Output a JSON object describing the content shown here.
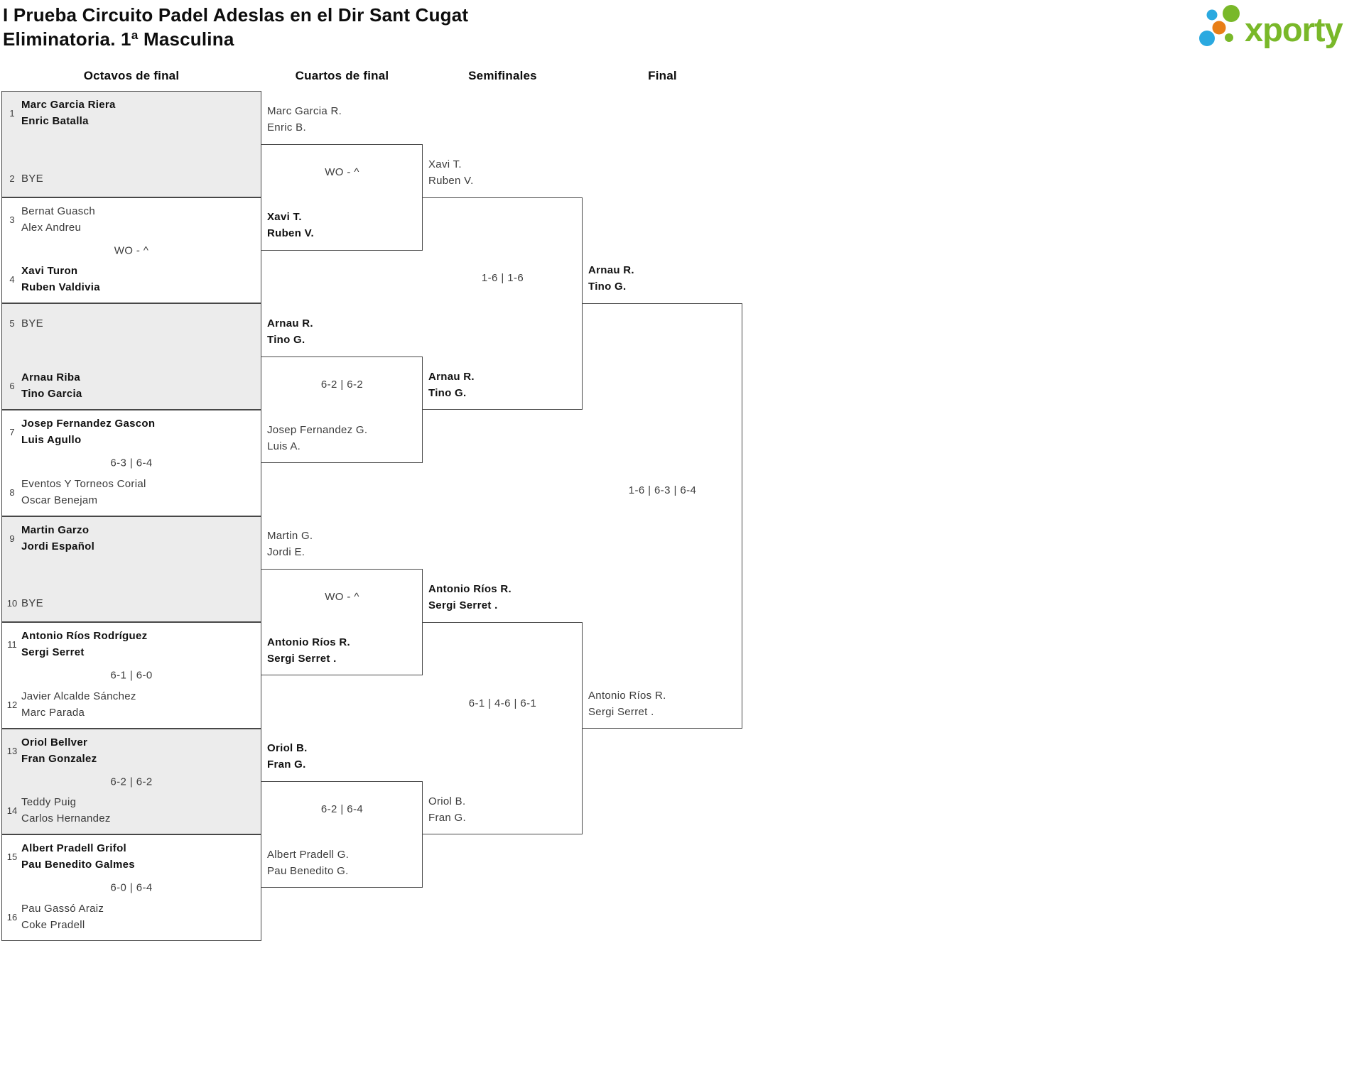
{
  "tournament": {
    "title": "I Prueba Circuito Padel Adeslas en el Dir Sant Cugat",
    "subtitle": "Eliminatoria. 1ª Masculina"
  },
  "logo": {
    "brand": "xporty",
    "green": "#79b829",
    "blue": "#2aa9e0",
    "orange": "#e87e16"
  },
  "rounds": [
    {
      "name": "Octavos de final",
      "matches": [
        {
          "top": {
            "seed": "1",
            "name": "Marc Garcia Riera\nEnric Batalla"
          },
          "bottom": {
            "seed": "2",
            "name": "BYE"
          },
          "score": ""
        },
        {
          "top": {
            "seed": "3",
            "name": "Bernat Guasch\nAlex Andreu"
          },
          "bottom": {
            "seed": "4",
            "name": "Xavi Turon\nRuben Valdivia"
          },
          "score": "WO - ^"
        },
        {
          "top": {
            "seed": "5",
            "name": "BYE"
          },
          "bottom": {
            "seed": "6",
            "name": "Arnau Riba\nTino Garcia"
          },
          "score": ""
        },
        {
          "top": {
            "seed": "7",
            "name": "Josep Fernandez Gascon\nLuis Agullo"
          },
          "bottom": {
            "seed": "8",
            "name": "Eventos Y Torneos Corial\nOscar Benejam"
          },
          "score": "6-3 | 6-4"
        },
        {
          "top": {
            "seed": "9",
            "name": "Martin Garzo\nJordi Español"
          },
          "bottom": {
            "seed": "10",
            "name": "BYE"
          },
          "score": ""
        },
        {
          "top": {
            "seed": "11",
            "name": "Antonio Ríos Rodríguez\nSergi Serret"
          },
          "bottom": {
            "seed": "12",
            "name": "Javier Alcalde Sánchez\nMarc Parada"
          },
          "score": "6-1 | 6-0"
        },
        {
          "top": {
            "seed": "13",
            "name": "Oriol Bellver\nFran Gonzalez"
          },
          "bottom": {
            "seed": "14",
            "name": "Teddy Puig\nCarlos Hernandez"
          },
          "score": "6-2 | 6-2"
        },
        {
          "top": {
            "seed": "15",
            "name": "Albert Pradell Grifol\nPau Benedito Galmes"
          },
          "bottom": {
            "seed": "16",
            "name": "Pau Gassó Araiz\nCoke Pradell"
          },
          "score": "6-0 | 6-4"
        }
      ]
    },
    {
      "name": "Cuartos de final",
      "matches": [
        {
          "top": {
            "name": "Marc Garcia R.\nEnric B."
          },
          "bottom": {
            "name": "Xavi T.\nRuben V."
          },
          "score": "WO - ^"
        },
        {
          "top": {
            "name": "Arnau R.\nTino G."
          },
          "bottom": {
            "name": "Josep Fernandez G.\nLuis A."
          },
          "score": "6-2 | 6-2"
        },
        {
          "top": {
            "name": "Martin G.\nJordi E."
          },
          "bottom": {
            "name": "Antonio Ríos R.\nSergi Serret ."
          },
          "score": "WO - ^"
        },
        {
          "top": {
            "name": "Oriol B.\nFran G."
          },
          "bottom": {
            "name": "Albert Pradell G.\nPau Benedito G."
          },
          "score": "6-2 | 6-4"
        }
      ]
    },
    {
      "name": "Semifinales",
      "matches": [
        {
          "top": {
            "name": "Xavi T.\nRuben V."
          },
          "bottom": {
            "name": "Arnau R.\nTino G."
          },
          "score": "1-6 | 1-6"
        },
        {
          "top": {
            "name": "Antonio Ríos R.\nSergi Serret ."
          },
          "bottom": {
            "name": "Oriol B.\nFran G."
          },
          "score": "6-1 | 4-6 | 6-1"
        }
      ]
    },
    {
      "name": "Final",
      "matches": [
        {
          "top": {
            "name": "Arnau R.\nTino G."
          },
          "bottom": {
            "name": "Antonio Ríos R.\nSergi Serret ."
          },
          "score": "1-6 | 6-3 | 6-4"
        }
      ]
    }
  ]
}
